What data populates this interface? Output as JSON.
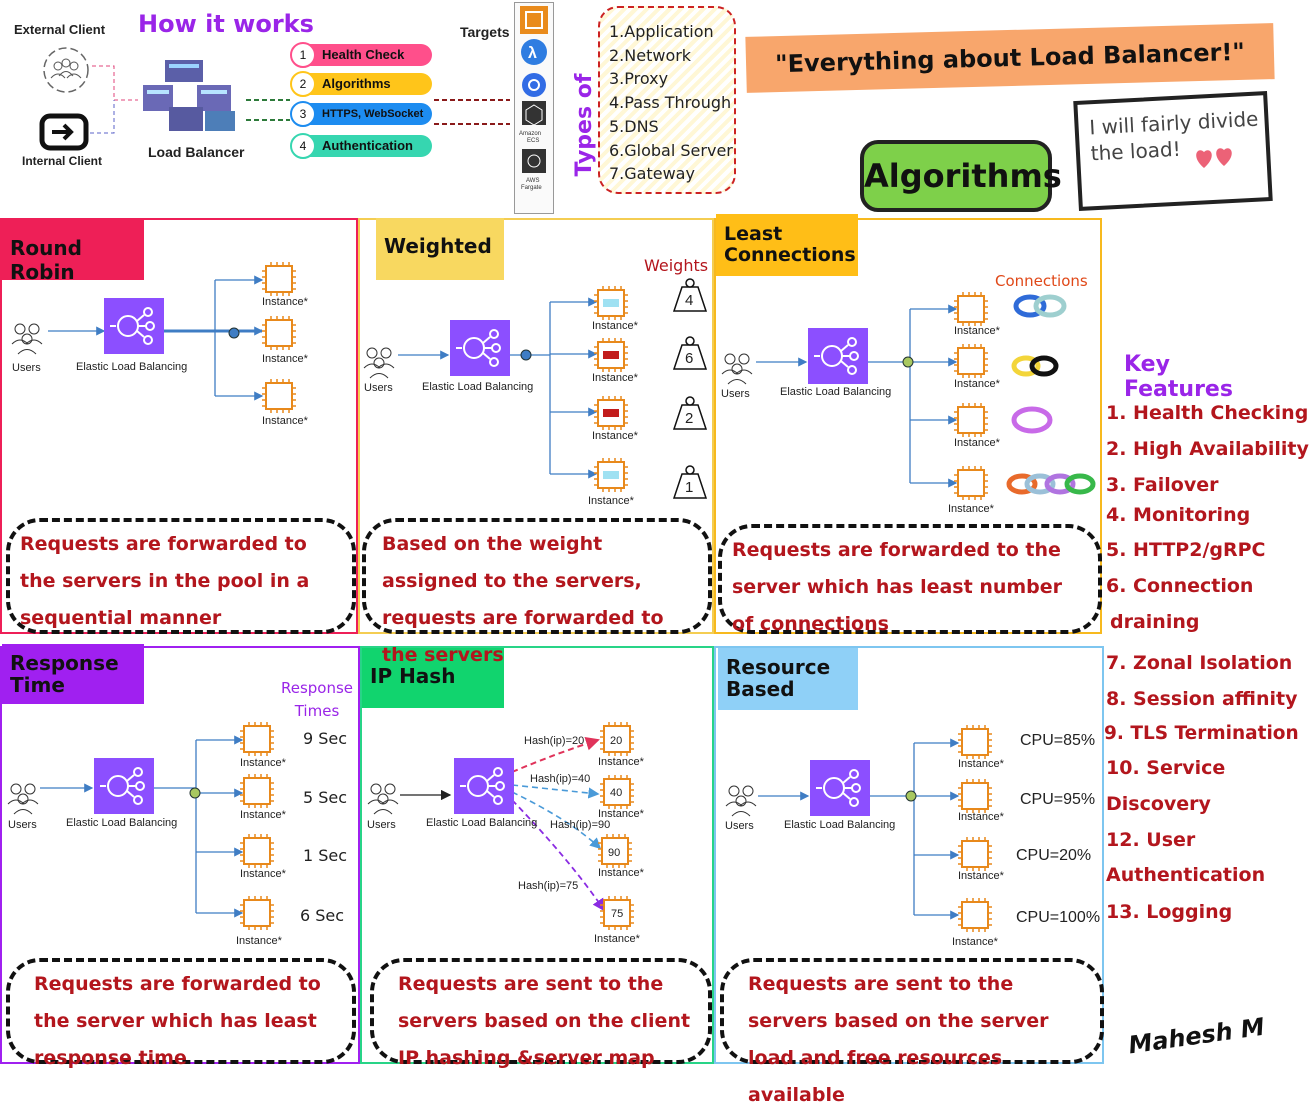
{
  "header": {
    "how_it_works": "How it works",
    "external_client": "External Client",
    "internal_client": "Internal Client",
    "load_balancer": "Load Balancer",
    "steps": [
      {
        "num": "1",
        "label": "Health Check",
        "color": "#ff4f8b"
      },
      {
        "num": "2",
        "label": "Algorithms",
        "color": "#ffc51a"
      },
      {
        "num": "3",
        "label": "HTTPS, WebSocket",
        "color": "#1d8cf0"
      },
      {
        "num": "4",
        "label": "Authentication",
        "color": "#36d6b0"
      }
    ],
    "targets": "Targets",
    "target_icons": [
      {
        "icon": "ec2-icon",
        "caption": ""
      },
      {
        "icon": "lambda-icon",
        "caption": ""
      },
      {
        "icon": "kubernetes-icon",
        "caption": ""
      },
      {
        "icon": "amazon-ecs-icon",
        "caption": "Amazon ECS"
      },
      {
        "icon": "aws-fargate-icon",
        "caption": "AWS Fargate"
      }
    ],
    "types_of_lb_title": "Types of LB",
    "types_of_lb": [
      "1.Application",
      "2.Network",
      "3.Proxy",
      "4.Pass Through",
      "5.DNS",
      "6.Global Server",
      "7.Gateway"
    ],
    "title": "\"Everything about Load Balancer!\"",
    "speech": "I will fairly divide the load!",
    "algorithms_badge": "Algorithms"
  },
  "common": {
    "users": "Users",
    "elb": "Elastic Load Balancing",
    "instance": "Instance*"
  },
  "panels": {
    "round_robin": {
      "title": "Round Robin",
      "color": "#ee1f57",
      "desc": "Requests are forwarded to the servers in the pool in a sequential manner"
    },
    "weighted": {
      "title": "Weighted",
      "color": "#f8d860",
      "weights_label": "Weights",
      "weights": [
        "4",
        "6",
        "2",
        "1"
      ],
      "desc": "Based on the weight assigned to the servers, requests are forwarded to the servers"
    },
    "least_connections": {
      "title": "Least Connections",
      "color": "#ffbe17",
      "connections_label": "Connections",
      "desc": "Requests are forwarded to the server which has least number of connections"
    },
    "response_time": {
      "title": "Response Time",
      "color": "#a020f0",
      "label": "Response Times",
      "times": [
        "9 Sec",
        "5 Sec",
        "1 Sec",
        "6 Sec"
      ],
      "desc": "Requests are forwarded to the server which has least response time"
    },
    "ip_hash": {
      "title": "IP Hash",
      "color": "#11d46e",
      "hashes": [
        "Hash(ip)=20",
        "Hash(ip)=40",
        "Hash(ip)=90",
        "Hash(ip)=75"
      ],
      "server_ids": [
        "20",
        "40",
        "90",
        "75"
      ],
      "desc": "Requests are sent to the servers based on the client IP hashing &server map"
    },
    "resource_based": {
      "title": "Resource Based",
      "color": "#8fd0f7",
      "cpu": [
        "CPU=85%",
        "CPU=95%",
        "CPU=20%",
        "CPU=100%"
      ],
      "desc": "Requests are sent to the servers based on the server load and free resources available"
    }
  },
  "key_features": {
    "title": "Key Features",
    "items": [
      "1. Health Checking",
      "2. High Availability",
      "3. Failover",
      "4. Monitoring",
      "5. HTTP2/gRPC",
      "6. Connection",
      "draining",
      "7. Zonal Isolation",
      "8. Session affinity",
      "9. TLS Termination",
      "10. Service",
      "Discovery",
      "12. User",
      "Authentication",
      "13. Logging"
    ]
  },
  "signature": "Mahesh M"
}
